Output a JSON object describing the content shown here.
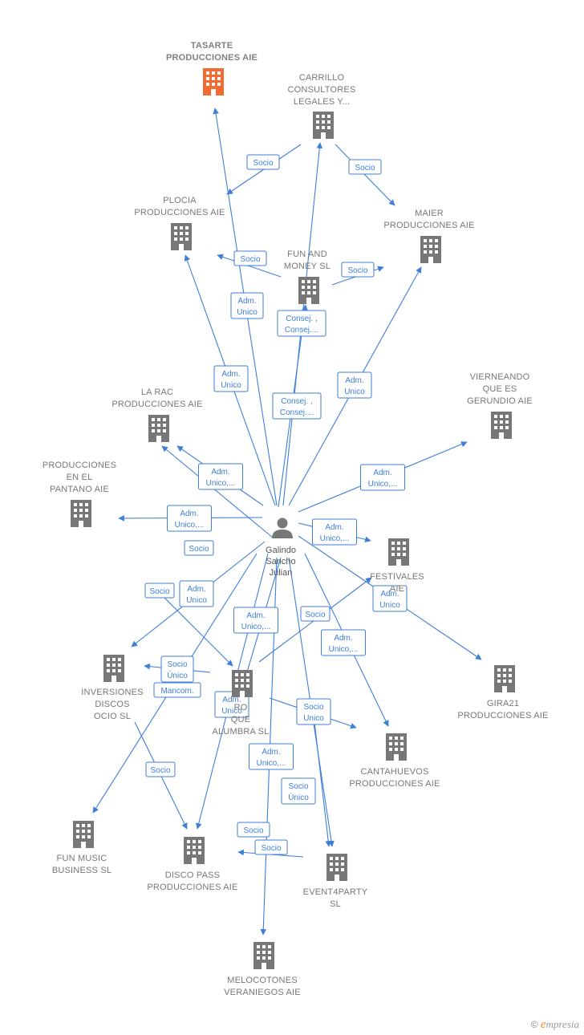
{
  "center": {
    "label": [
      "Galindo",
      "Sancho",
      "Julian"
    ]
  },
  "nodes": [
    {
      "id": "tasarte",
      "label": [
        "TASARTE",
        "PRODUCCIONES AIE"
      ],
      "highlight": true,
      "icon": "building-icon"
    },
    {
      "id": "carrillo",
      "label": [
        "CARRILLO",
        "CONSULTORES",
        "LEGALES Y..."
      ],
      "icon": "building-icon"
    },
    {
      "id": "plocia",
      "label": [
        "PLOCIA",
        "PRODUCCIONES AIE"
      ],
      "icon": "building-icon"
    },
    {
      "id": "maier",
      "label": [
        "MAIER",
        "PRODUCCIONES AIE"
      ],
      "icon": "building-icon"
    },
    {
      "id": "funmoney",
      "label": [
        "FUN AND",
        "MONEY  SL"
      ],
      "icon": "building-icon"
    },
    {
      "id": "larac",
      "label": [
        "LA RAC",
        "PRODUCCIONES AIE"
      ],
      "icon": "building-icon"
    },
    {
      "id": "vierneando",
      "label": [
        "VIERNEANDO",
        "QUE ES",
        "GERUNDIO AIE"
      ],
      "icon": "building-icon"
    },
    {
      "id": "pantano",
      "label": [
        "PRODUCCIONES",
        "EN EL",
        "PANTANO AIE"
      ],
      "icon": "building-icon"
    },
    {
      "id": "festivales",
      "label": [
        "FESTIVALES",
        "AIE"
      ],
      "icon": "building-icon"
    },
    {
      "id": "inversiones",
      "label": [
        "INVERSIONES",
        "DISCOS",
        "OCIO  SL"
      ],
      "icon": "building-icon"
    },
    {
      "id": "ro",
      "label": [
        "RO",
        "QUE",
        "ALUMBRA  SL"
      ],
      "icon": "building-icon"
    },
    {
      "id": "gira21",
      "label": [
        "GIRA21",
        "PRODUCCIONES AIE"
      ],
      "icon": "building-icon"
    },
    {
      "id": "cantahuevos",
      "label": [
        "CANTAHUEVOS",
        "PRODUCCIONES AIE"
      ],
      "icon": "building-icon"
    },
    {
      "id": "funmusic",
      "label": [
        "FUN MUSIC",
        "BUSINESS  SL"
      ],
      "icon": "building-icon"
    },
    {
      "id": "discopass",
      "label": [
        "DISCO PASS",
        "PRODUCCIONES AIE"
      ],
      "icon": "building-icon"
    },
    {
      "id": "event4party",
      "label": [
        "EVENT4PARTY",
        "SL"
      ],
      "icon": "building-icon"
    },
    {
      "id": "melocotones",
      "label": [
        "MELOCOTONES",
        "VERANIEGOS AIE"
      ],
      "icon": "building-icon"
    }
  ],
  "edge_labels": [
    [
      "Socio"
    ],
    [
      "Socio"
    ],
    [
      "Socio"
    ],
    [
      "Socio"
    ],
    [
      "Adm.",
      "Unico"
    ],
    [
      "Consej. ,",
      "Consej...."
    ],
    [
      "Adm.",
      "Unico"
    ],
    [
      "Consej. ,",
      "Consej...."
    ],
    [
      "Adm.",
      "Unico"
    ],
    [
      "Adm.",
      "Unico,..."
    ],
    [
      "Adm.",
      "Unico,..."
    ],
    [
      "Adm.",
      "Unico,..."
    ],
    [
      "Socio"
    ],
    [
      "Adm.",
      "Unico,..."
    ],
    [
      "Socio"
    ],
    [
      "Adm.",
      "Unico"
    ],
    [
      "Adm.",
      "Unico"
    ],
    [
      "Adm.",
      "Unico,..."
    ],
    [
      "Socio"
    ],
    [
      "Adm.",
      "Unico,..."
    ],
    [
      "Socio",
      "Único"
    ],
    [
      "Mancom."
    ],
    [
      "Adm.",
      "Unico"
    ],
    [
      "Socio",
      "Unico"
    ],
    [
      "Adm.",
      "Unico,..."
    ],
    [
      "Socio"
    ],
    [
      "Socio",
      "Único"
    ],
    [
      "Socio"
    ],
    [
      "Socio"
    ]
  ],
  "brand": {
    "copyright": "©",
    "name_initial": "e",
    "name_rest": "mpresia"
  },
  "colors": {
    "edge": "#3f7fd6",
    "icon": "#777777",
    "highlight": "#f26b32"
  }
}
